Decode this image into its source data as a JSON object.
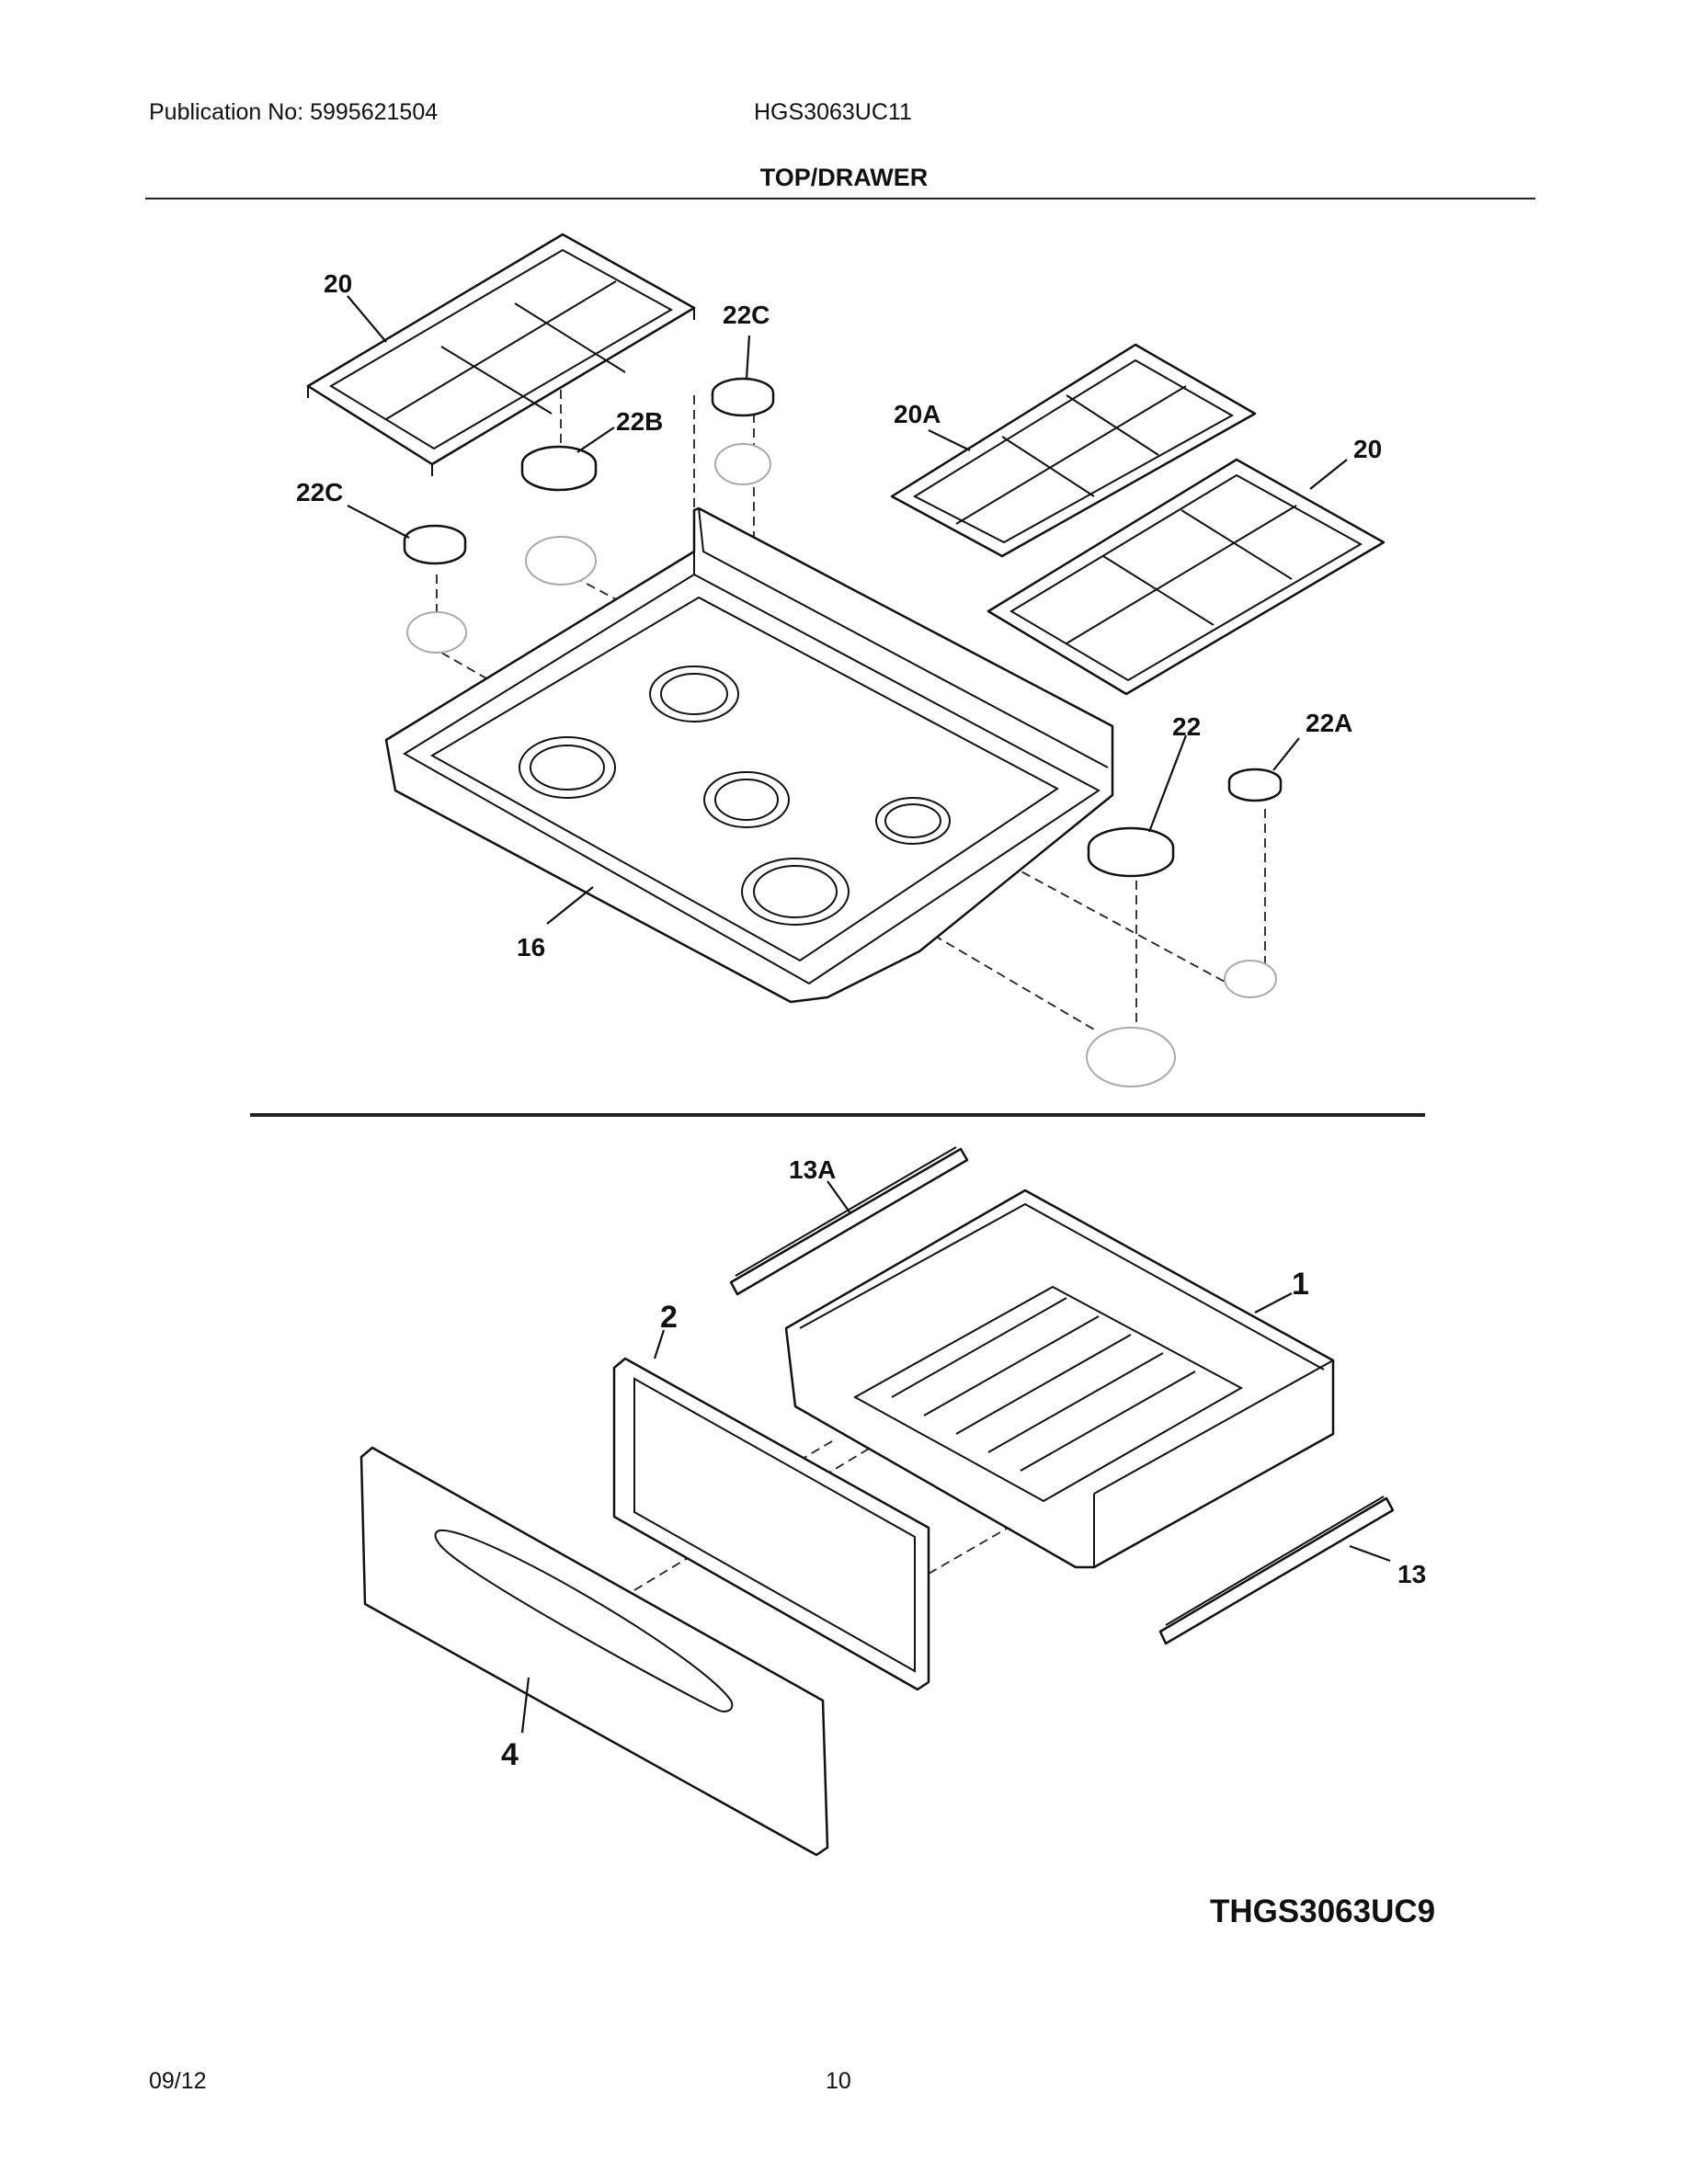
{
  "header": {
    "publication": "Publication No: 5995621504",
    "model": "HGS3063UC11",
    "section_title": "TOP/DRAWER"
  },
  "callouts": {
    "grate_left": "20",
    "grate_right_front": "20",
    "grate_right_rear": "20A",
    "cap_22c_top": "22C",
    "cap_22c_left": "22C",
    "cap_22b": "22B",
    "cap_22": "22",
    "cap_22a": "22A",
    "cooktop": "16",
    "drawer_body": "1",
    "drawer_panel": "2",
    "drawer_front": "4",
    "slide_rear": "13A",
    "slide_front": "13"
  },
  "diagram_id": "THGS3063UC9",
  "footer": {
    "date": "09/12",
    "page": "10"
  }
}
